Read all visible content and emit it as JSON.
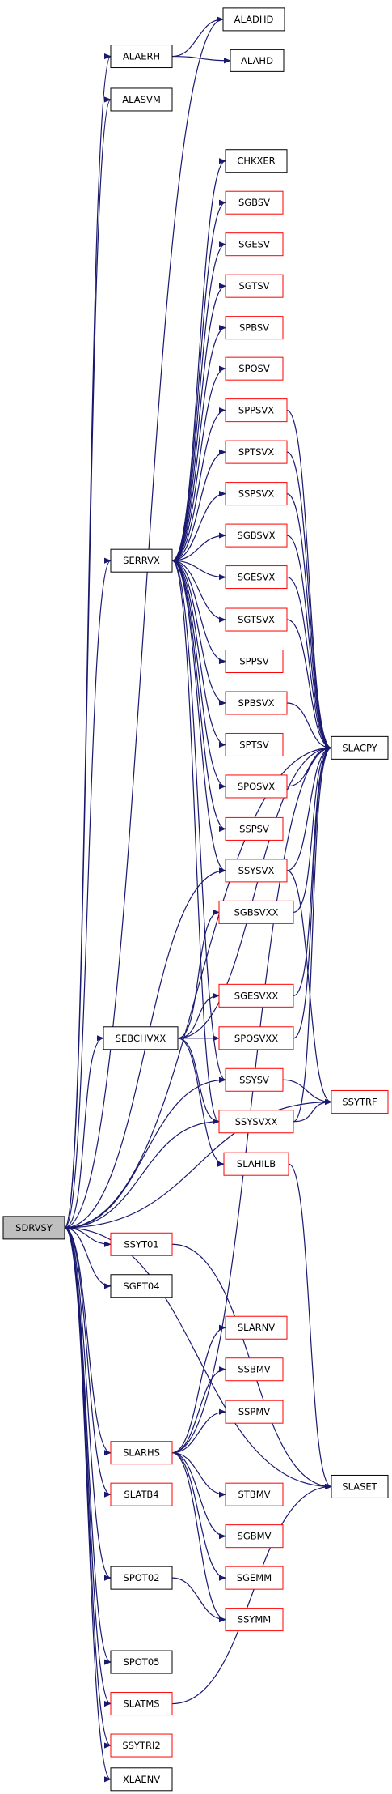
{
  "colors": {
    "edge": "#191970",
    "node_border_default": "#000000",
    "node_border_red": "#ff0000",
    "root_fill": "#bfbfbf",
    "node_fill": "#ffffff"
  },
  "nodes": {
    "ALADHD": {
      "label": "ALADHD",
      "style": "plain"
    },
    "ALAERH": {
      "label": "ALAERH",
      "style": "plain"
    },
    "ALAHD": {
      "label": "ALAHD",
      "style": "plain"
    },
    "ALASVM": {
      "label": "ALASVM",
      "style": "plain"
    },
    "CHKXER": {
      "label": "CHKXER",
      "style": "plain"
    },
    "SGBSV": {
      "label": "SGBSV",
      "style": "red"
    },
    "SGESV": {
      "label": "SGESV",
      "style": "red"
    },
    "SGTSV": {
      "label": "SGTSV",
      "style": "red"
    },
    "SPBSV": {
      "label": "SPBSV",
      "style": "red"
    },
    "SPOSV": {
      "label": "SPOSV",
      "style": "red"
    },
    "SPPSVX": {
      "label": "SPPSVX",
      "style": "red"
    },
    "SPTSVX": {
      "label": "SPTSVX",
      "style": "red"
    },
    "SSPSVX": {
      "label": "SSPSVX",
      "style": "red"
    },
    "SGBSVX": {
      "label": "SGBSVX",
      "style": "red"
    },
    "SERRVX": {
      "label": "SERRVX",
      "style": "plain"
    },
    "SGESVX": {
      "label": "SGESVX",
      "style": "red"
    },
    "SGTSVX": {
      "label": "SGTSVX",
      "style": "red"
    },
    "SPPSV": {
      "label": "SPPSV",
      "style": "red"
    },
    "SPBSVX": {
      "label": "SPBSVX",
      "style": "red"
    },
    "SLACPY": {
      "label": "SLACPY",
      "style": "plain"
    },
    "SPTSV": {
      "label": "SPTSV",
      "style": "red"
    },
    "SPOSVX": {
      "label": "SPOSVX",
      "style": "red"
    },
    "SSPSV": {
      "label": "SSPSV",
      "style": "red"
    },
    "SSYSVX": {
      "label": "SSYSVX",
      "style": "red"
    },
    "SGBSVXX": {
      "label": "SGBSVXX",
      "style": "red"
    },
    "SGESVXX": {
      "label": "SGESVXX",
      "style": "red"
    },
    "SEBCHVXX": {
      "label": "SEBCHVXX",
      "style": "plain"
    },
    "SPOSVXX": {
      "label": "SPOSVXX",
      "style": "red"
    },
    "SSYSV": {
      "label": "SSYSV",
      "style": "red"
    },
    "SSYTRF": {
      "label": "SSYTRF",
      "style": "red"
    },
    "SSYSVXX": {
      "label": "SSYSVXX",
      "style": "red"
    },
    "SLAHILB": {
      "label": "SLAHILB",
      "style": "red"
    },
    "SDRVSY": {
      "label": "SDRVSY",
      "style": "root"
    },
    "SSYT01": {
      "label": "SSYT01",
      "style": "red"
    },
    "SGET04": {
      "label": "SGET04",
      "style": "plain"
    },
    "SLARNV": {
      "label": "SLARNV",
      "style": "red"
    },
    "SSBMV": {
      "label": "SSBMV",
      "style": "red"
    },
    "SSPMV": {
      "label": "SSPMV",
      "style": "red"
    },
    "SLARHS": {
      "label": "SLARHS",
      "style": "red"
    },
    "SLASET": {
      "label": "SLASET",
      "style": "plain"
    },
    "SLATB4": {
      "label": "SLATB4",
      "style": "red"
    },
    "STBMV": {
      "label": "STBMV",
      "style": "red"
    },
    "SGBMV": {
      "label": "SGBMV",
      "style": "red"
    },
    "SPOT02": {
      "label": "SPOT02",
      "style": "plain"
    },
    "SGEMM": {
      "label": "SGEMM",
      "style": "red"
    },
    "SSYMM": {
      "label": "SSYMM",
      "style": "red"
    },
    "SPOT05": {
      "label": "SPOT05",
      "style": "plain"
    },
    "SLATMS": {
      "label": "SLATMS",
      "style": "red"
    },
    "SSYTRI2": {
      "label": "SSYTRI2",
      "style": "red"
    },
    "XLAENV": {
      "label": "XLAENV",
      "style": "plain"
    }
  },
  "edges": [
    [
      "SDRVSY",
      "ALADHD"
    ],
    [
      "SDRVSY",
      "ALAERH"
    ],
    [
      "SDRVSY",
      "ALASVM"
    ],
    [
      "SDRVSY",
      "SLACPY"
    ],
    [
      "SDRVSY",
      "SERRVX"
    ],
    [
      "SDRVSY",
      "SSYSVX"
    ],
    [
      "SDRVSY",
      "SEBCHVXX"
    ],
    [
      "SDRVSY",
      "SSYSV"
    ],
    [
      "SDRVSY",
      "SSYSVXX"
    ],
    [
      "SDRVSY",
      "SSYTRF"
    ],
    [
      "SDRVSY",
      "SSYT01"
    ],
    [
      "SDRVSY",
      "SGET04"
    ],
    [
      "SDRVSY",
      "SLARHS"
    ],
    [
      "SDRVSY",
      "SLATB4"
    ],
    [
      "SDRVSY",
      "SPOT02"
    ],
    [
      "SDRVSY",
      "SLASET"
    ],
    [
      "SDRVSY",
      "SPOT05"
    ],
    [
      "SDRVSY",
      "SLATMS"
    ],
    [
      "SDRVSY",
      "SSYTRI2"
    ],
    [
      "SDRVSY",
      "XLAENV"
    ],
    [
      "ALAERH",
      "ALADHD"
    ],
    [
      "ALAERH",
      "ALAHD"
    ],
    [
      "SERRVX",
      "CHKXER"
    ],
    [
      "SERRVX",
      "SGBSV"
    ],
    [
      "SERRVX",
      "SGESV"
    ],
    [
      "SERRVX",
      "SGTSV"
    ],
    [
      "SERRVX",
      "SPBSV"
    ],
    [
      "SERRVX",
      "SPOSV"
    ],
    [
      "SERRVX",
      "SPPSVX"
    ],
    [
      "SERRVX",
      "SPTSVX"
    ],
    [
      "SERRVX",
      "SSPSVX"
    ],
    [
      "SERRVX",
      "SGBSVX"
    ],
    [
      "SERRVX",
      "SGESVX"
    ],
    [
      "SERRVX",
      "SGTSVX"
    ],
    [
      "SERRVX",
      "SPPSV"
    ],
    [
      "SERRVX",
      "SPBSVX"
    ],
    [
      "SERRVX",
      "SPTSV"
    ],
    [
      "SERRVX",
      "SPOSVX"
    ],
    [
      "SERRVX",
      "SSPSV"
    ],
    [
      "SERRVX",
      "SSYSVX"
    ],
    [
      "SERRVX",
      "SSYSV"
    ],
    [
      "SERRVX",
      "SSYSVXX"
    ],
    [
      "SPPSVX",
      "SLACPY"
    ],
    [
      "SPTSVX",
      "SLACPY"
    ],
    [
      "SSPSVX",
      "SLACPY"
    ],
    [
      "SGBSVX",
      "SLACPY"
    ],
    [
      "SGESVX",
      "SLACPY"
    ],
    [
      "SGTSVX",
      "SLACPY"
    ],
    [
      "SPBSVX",
      "SLACPY"
    ],
    [
      "SPOSVX",
      "SLACPY"
    ],
    [
      "SSYSVX",
      "SLACPY"
    ],
    [
      "SSYSVX",
      "SSYTRF"
    ],
    [
      "SGBSVXX",
      "SLACPY"
    ],
    [
      "SGESVXX",
      "SLACPY"
    ],
    [
      "SPOSVXX",
      "SLACPY"
    ],
    [
      "SSYSVXX",
      "SLACPY"
    ],
    [
      "SSYSVXX",
      "SSYTRF"
    ],
    [
      "SSYSV",
      "SSYTRF"
    ],
    [
      "SEBCHVXX",
      "SGBSVXX"
    ],
    [
      "SEBCHVXX",
      "SGESVXX"
    ],
    [
      "SEBCHVXX",
      "SPOSVXX"
    ],
    [
      "SEBCHVXX",
      "SSYSVXX"
    ],
    [
      "SEBCHVXX",
      "SLAHILB"
    ],
    [
      "SEBCHVXX",
      "SLACPY"
    ],
    [
      "SLAHILB",
      "SLASET"
    ],
    [
      "SSYT01",
      "SLASET"
    ],
    [
      "SLARHS",
      "SLARNV"
    ],
    [
      "SLARHS",
      "SSBMV"
    ],
    [
      "SLARHS",
      "SSPMV"
    ],
    [
      "SLARHS",
      "SLACPY"
    ],
    [
      "SLARHS",
      "STBMV"
    ],
    [
      "SLARHS",
      "SGBMV"
    ],
    [
      "SLARHS",
      "SGEMM"
    ],
    [
      "SLARHS",
      "SSYMM"
    ],
    [
      "SPOT02",
      "SSYMM"
    ],
    [
      "SLATMS",
      "SLASET"
    ]
  ]
}
